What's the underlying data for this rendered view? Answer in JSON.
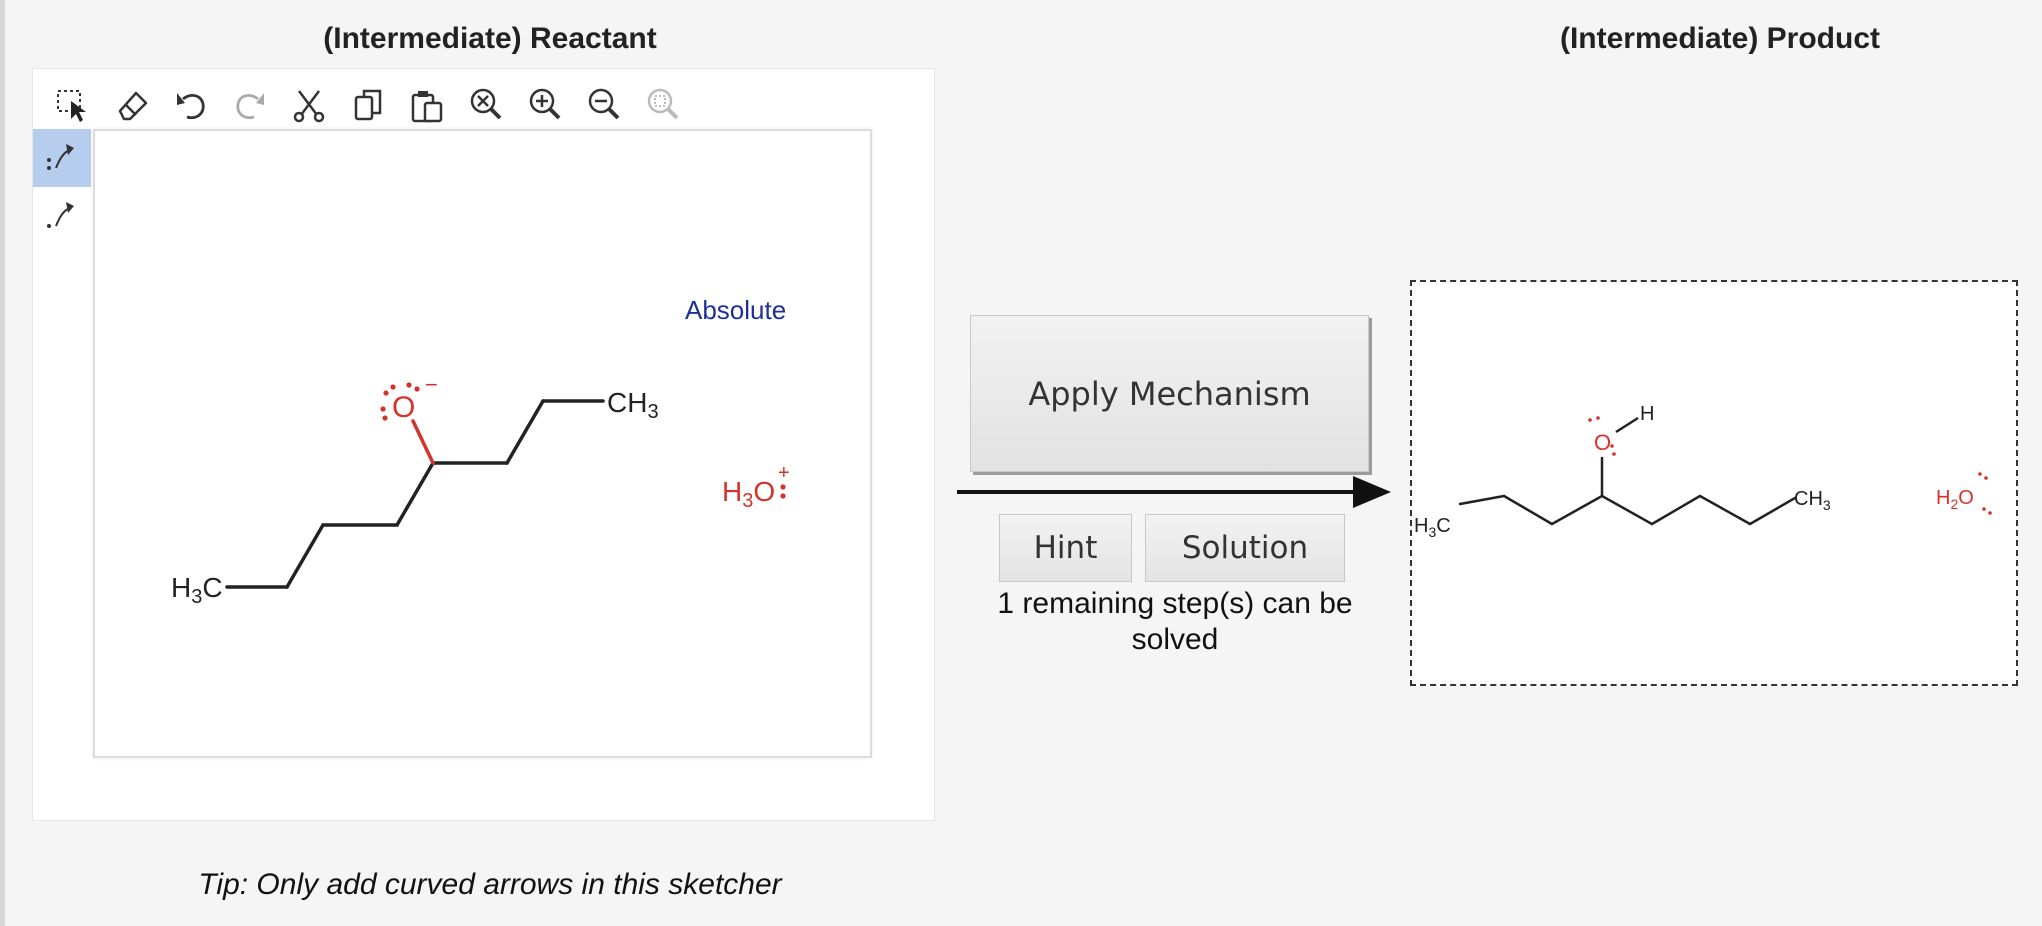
{
  "headings": {
    "reactant": "(Intermediate) Reactant",
    "product": "(Intermediate) Product"
  },
  "toolbar": [
    {
      "name": "selection-tool-icon",
      "label": "Selection"
    },
    {
      "name": "eraser-icon",
      "label": "Erase"
    },
    {
      "name": "undo-icon",
      "label": "Undo"
    },
    {
      "name": "redo-icon",
      "label": "Redo"
    },
    {
      "name": "cut-icon",
      "label": "Cut"
    },
    {
      "name": "copy-icon",
      "label": "Copy"
    },
    {
      "name": "paste-icon",
      "label": "Paste"
    },
    {
      "name": "zoom-clear-icon",
      "label": "Clear zoom"
    },
    {
      "name": "zoom-in-icon",
      "label": "Zoom in"
    },
    {
      "name": "zoom-out-icon",
      "label": "Zoom out"
    },
    {
      "name": "zoom-fit-icon",
      "label": "Fit"
    }
  ],
  "sidebar": [
    {
      "name": "electron-pair-arrow-icon",
      "active": true
    },
    {
      "name": "single-electron-arrow-icon",
      "active": false
    }
  ],
  "reactant": {
    "stereo_label": "Absolute",
    "oxygen": "O",
    "oxygen_charge": "−",
    "ch3_right": "CH",
    "ch3_right_sub": "3",
    "h3c_left": "H",
    "h3c_left_sub": "3",
    "h3c_left_c": "C",
    "hydronium_h": "H",
    "hydronium_sub": "3",
    "hydronium_o": "O",
    "hydronium_charge": "+"
  },
  "actions": {
    "apply": "Apply Mechanism",
    "hint": "Hint",
    "solution": "Solution",
    "status_line1": "1 remaining step(s) can be",
    "status_line2": "solved"
  },
  "product": {
    "oxygen": "O",
    "hydrogen": "H",
    "h3c_h": "H",
    "h3c_sub": "3",
    "h3c_c": "C",
    "ch3_ch": "CH",
    "ch3_sub": "3",
    "water_h": "H",
    "water_sub": "2",
    "water_o": "O"
  },
  "tip": "Tip: Only add curved arrows in this sketcher",
  "colors": {
    "atom_red": "#d6322b",
    "stereo_blue": "#1f2f9a",
    "active_tool": "#b7cdee"
  }
}
